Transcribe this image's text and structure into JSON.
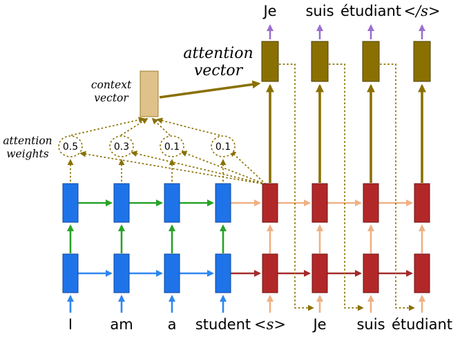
{
  "words": {
    "top": [
      "Je",
      "suis",
      "étudiant",
      "</s>"
    ],
    "bottom": [
      "I",
      "am",
      "a",
      "student",
      "<s>",
      "Je",
      "suis",
      "étudiant"
    ]
  },
  "attention": {
    "weights": [
      "0.5",
      "0.3",
      "0.1",
      "0.1"
    ]
  },
  "labels": {
    "attention_vector": [
      "attention",
      "vector"
    ],
    "context_vector": [
      "context",
      "vector"
    ],
    "attention_weights": [
      "attention",
      "weights"
    ]
  },
  "colors": {
    "encoder_fill": "#1e73e8",
    "encoder_edge": "#10479c",
    "decoder_fill": "#b22828",
    "decoder_edge": "#6f1515",
    "arrow_green": "#28a228",
    "arrow_blue": "#2e86f0",
    "arrow_salmon": "#efb184",
    "arrow_darkred": "#a52a2a",
    "arrow_purple": "#9a6fd0",
    "olive": "#8a7000",
    "attn_fill": "#8a7000",
    "attn_edge": "#4f4000",
    "context_fill": "#dfc289",
    "context_edge": "#9c7f2c",
    "text": "#000000"
  }
}
